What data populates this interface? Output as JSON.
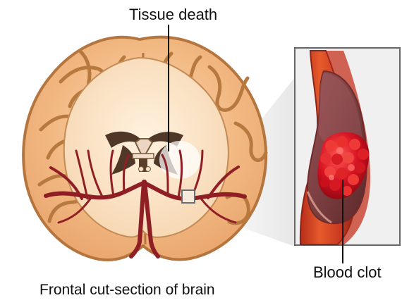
{
  "labels": {
    "tissue_death": "Tissue death",
    "blood_clot": "Blood clot",
    "caption": "Frontal cut-section of brain"
  },
  "colors": {
    "brain_fill": "#f2b27a",
    "brain_pale": "#f7d6b7",
    "brain_outline": "#b5753f",
    "artery": "#8f1f25",
    "vessel": "#d74c1e",
    "vessel_inner": "#7e2e31",
    "clot": "#c80f1c",
    "inset_panel": "#eeeeee"
  },
  "icons": {
    "brain": "brain-cross-section-icon",
    "vessel": "blood-vessel-icon",
    "clot": "blood-clot-icon"
  }
}
